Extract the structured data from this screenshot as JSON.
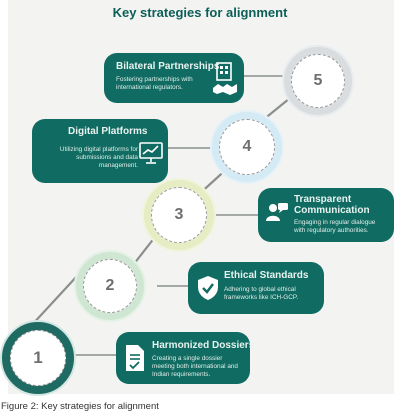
{
  "title": "Key strategies for alignment",
  "caption": "Figure 2: Key strategies for alignment",
  "strategies": [
    {
      "number": "1",
      "title": "Harmonized Dossiers",
      "description": "Creating a single dossier meeting both international and Indian requirements.",
      "icon": "document-check-icon"
    },
    {
      "number": "2",
      "title": "Ethical Standards",
      "description": "Adhering to global ethical frameworks like ICH-GCP.",
      "icon": "shield-check-icon"
    },
    {
      "number": "3",
      "title": "Transparent Communication",
      "description": "Engaging in regular dialogue with regulatory authorities.",
      "icon": "people-communication-icon"
    },
    {
      "number": "4",
      "title": "Digital Platforms",
      "description": "Utilizing digital platforms for submissions and data management.",
      "icon": "monitor-chart-icon"
    },
    {
      "number": "5",
      "title": "Bilateral Partnerships",
      "description": "Fostering partnerships with international regulators.",
      "icon": "handshake-building-icon"
    }
  ],
  "colors": {
    "card": "#106b62",
    "title": "#0b5f57",
    "ring_1": "#1f6b63",
    "ring_2": "#cfe7d2",
    "ring_3": "#e6edc4",
    "ring_4": "#d4eaf4",
    "ring_5": "#d9dde0"
  }
}
